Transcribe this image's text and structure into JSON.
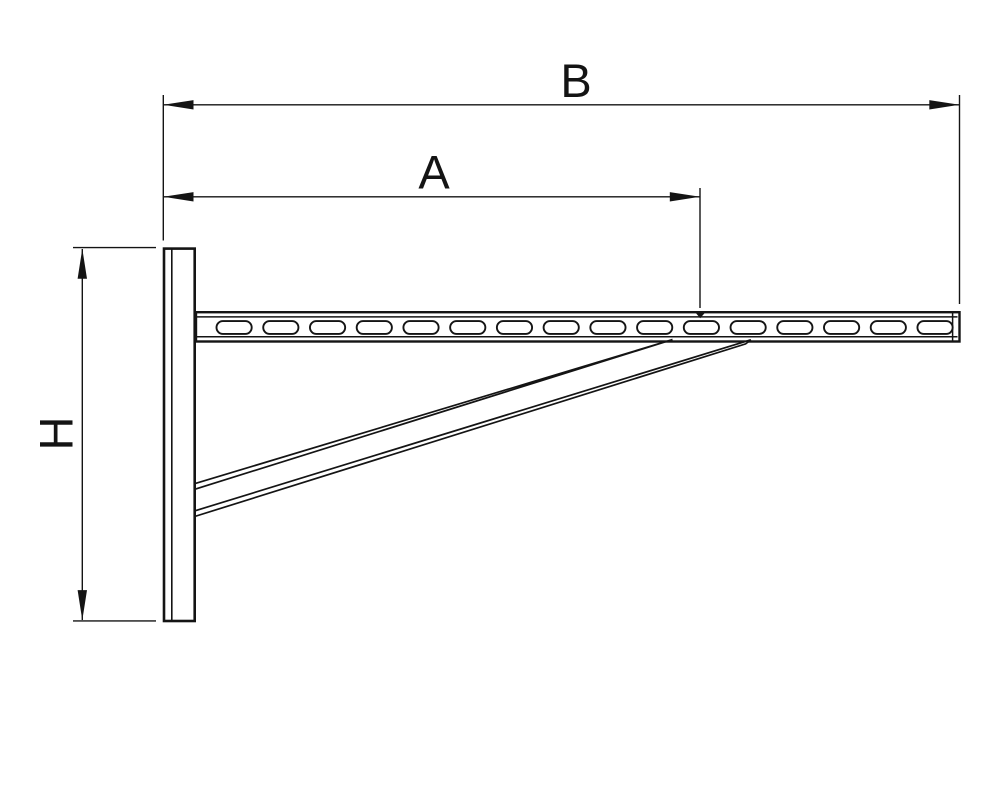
{
  "figure": {
    "type": "technical-drawing",
    "subject": "wall bracket side view with slotted cantilever arm and diagonal brace",
    "background_color": "#ffffff",
    "line_color": "#141414"
  },
  "dimensions": {
    "b_label": "B",
    "a_label": "A",
    "h_label": "H"
  },
  "arm": {
    "slot_count": 16
  }
}
